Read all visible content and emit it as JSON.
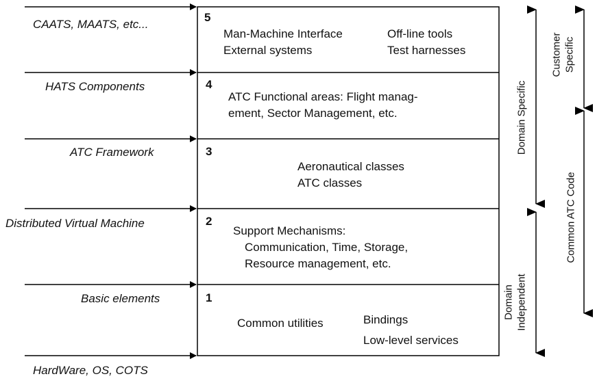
{
  "left_labels": [
    "CAATS, MAATS, etc...",
    "HATS Components",
    "ATC Framework",
    "Distributed Virtual Machine",
    "Basic elements",
    "HardWare, OS, COTS"
  ],
  "layers": [
    {
      "number": "5",
      "lines": [
        "Man-Machine Interface",
        "External systems"
      ],
      "lines_right": [
        "Off-line tools",
        "Test harnesses"
      ]
    },
    {
      "number": "4",
      "lines": [
        "ATC Functional areas: Flight manag-",
        "ement, Sector Management, etc."
      ]
    },
    {
      "number": "3",
      "lines": [
        "Aeronautical classes",
        "ATC classes"
      ]
    },
    {
      "number": "2",
      "lines": [
        "Support Mechanisms:",
        "Communication, Time, Storage,",
        "Resource management, etc."
      ]
    },
    {
      "number": "1",
      "lines": [
        "Common utilities"
      ],
      "lines_right": [
        "Bindings",
        "Low-level services"
      ]
    }
  ],
  "side_labels": {
    "domain_specific": "Domain Specific",
    "domain_independent_1": "Domain",
    "domain_independent_2": "Independent",
    "customer_specific_1": "Customer",
    "customer_specific_2": "Specific",
    "common_atc_code": "Common ATC Code"
  }
}
